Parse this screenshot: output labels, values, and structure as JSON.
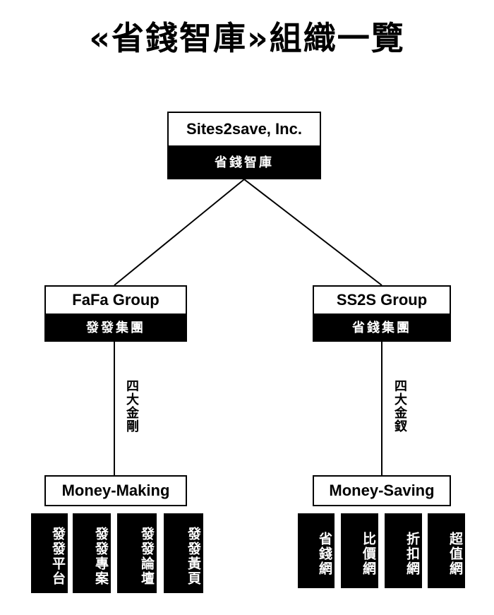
{
  "title": "«省錢智庫»組織一覽",
  "root": {
    "name": "Sites2save, Inc.",
    "subtitle": "省錢智庫"
  },
  "left_group": {
    "name": "FaFa Group",
    "subtitle": "發發集團",
    "connector_label": "四大金剛",
    "category": "Money-Making",
    "leaves": [
      "發發平台",
      "發發專案",
      "發發論壇",
      "發發黃頁"
    ]
  },
  "right_group": {
    "name": "SS2S Group",
    "subtitle": "省錢集團",
    "connector_label": "四大金釵",
    "category": "Money-Saving",
    "leaves": [
      "省錢網",
      "比價網",
      "折扣網",
      "超值網"
    ]
  }
}
